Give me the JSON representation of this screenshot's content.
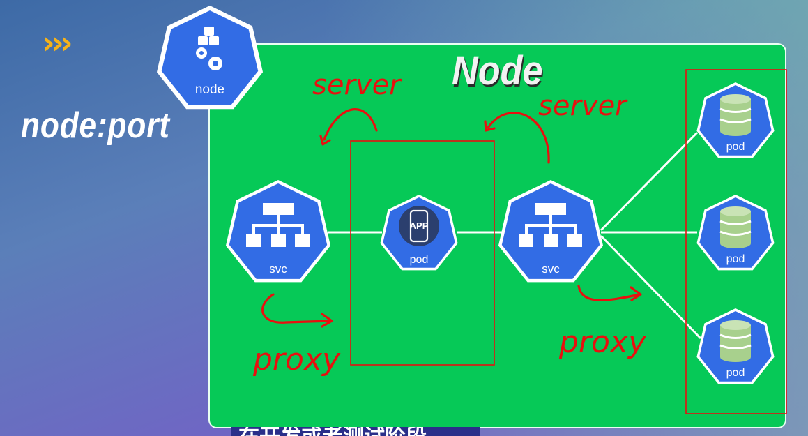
{
  "header": {
    "chevrons": "›››",
    "side_title": "node:port",
    "node_title": "Node",
    "subtitle": "在开发或者测试阶段"
  },
  "icons": {
    "node_badge_label": "node",
    "svc_left_label": "svc",
    "pod_app_label": "pod",
    "app_text": "APP",
    "svc_right_label": "svc",
    "pod_db1_label": "pod",
    "pod_db2_label": "pod",
    "pod_db3_label": "pod"
  },
  "annotations": {
    "server_left": "server",
    "server_right": "server",
    "proxy_left": "proxy",
    "proxy_right": "proxy"
  },
  "colors": {
    "node_panel": "#06c957",
    "k8s_blue": "#326ce5",
    "annotation_red": "#e8100f",
    "chevron_yellow": "#f5b21a"
  }
}
